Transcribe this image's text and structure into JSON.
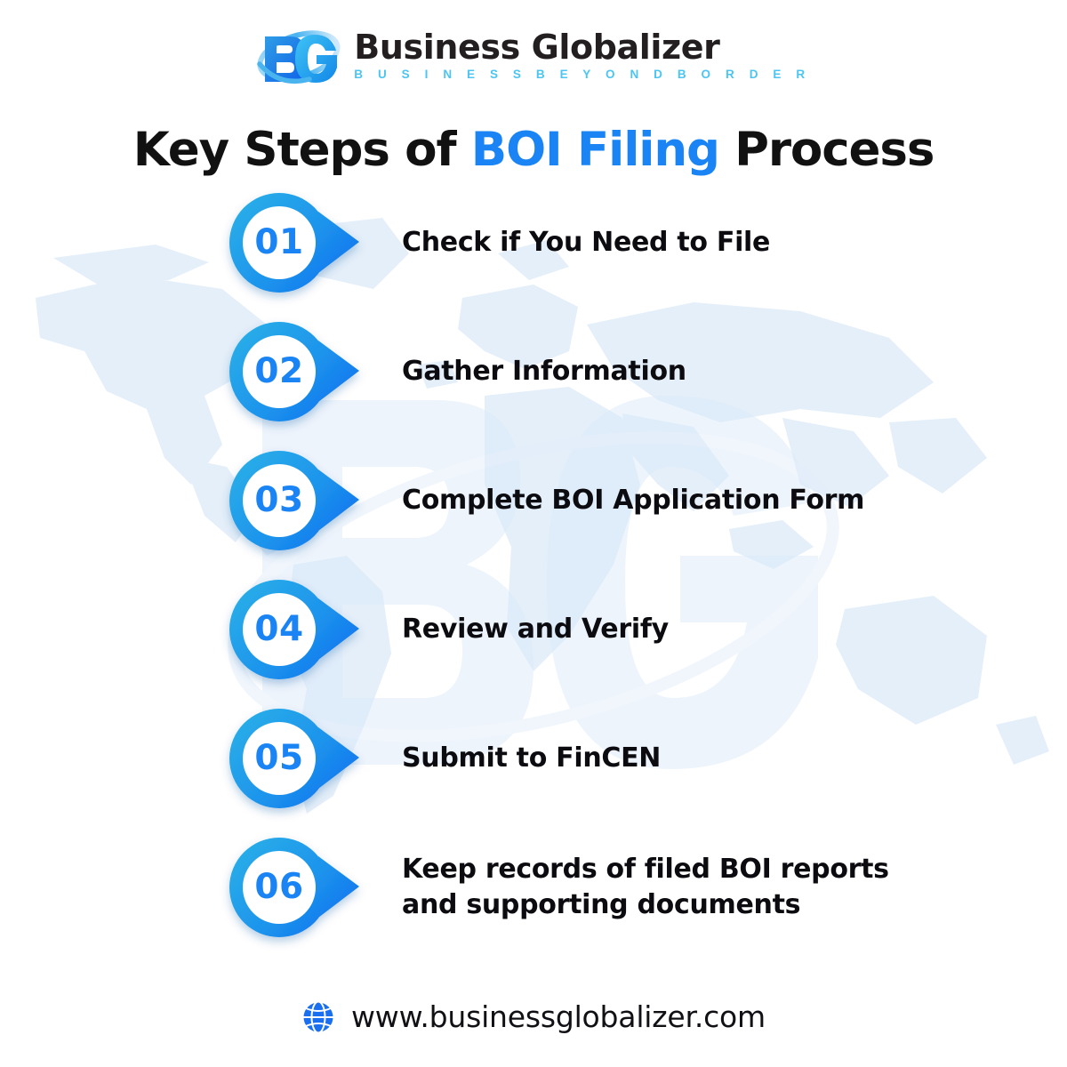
{
  "brand": {
    "logo_icon": "bg-monogram-logo",
    "name": "Business Globalizer",
    "tagline": "B U S I N E S S   B E Y O N D   B O R D E R"
  },
  "title": {
    "before": "Key Steps of ",
    "accent": "BOI Filing",
    "after": " Process",
    "accent_color": "#1a84f5"
  },
  "steps": [
    {
      "number": "01",
      "label": "Check if You Need to File"
    },
    {
      "number": "02",
      "label": "Gather Information"
    },
    {
      "number": "03",
      "label": "Complete BOI Application Form"
    },
    {
      "number": "04",
      "label": "Review and Verify"
    },
    {
      "number": "05",
      "label": "Submit to FinCEN"
    },
    {
      "number": "06",
      "label": "Keep records of filed BOI reports\nand supporting documents"
    }
  ],
  "footer": {
    "globe_icon": "globe-icon",
    "url": "www.businessglobalizer.com"
  },
  "colors": {
    "background": "#ffffff",
    "badge_gradient_start": "#29aee8",
    "badge_gradient_end": "#0b6df0",
    "number_blue": "#1a84f5",
    "tagline_blue": "#4cc5f2",
    "text_dark": "#0b0b10",
    "watermark_blue": "#e6f1fb"
  }
}
